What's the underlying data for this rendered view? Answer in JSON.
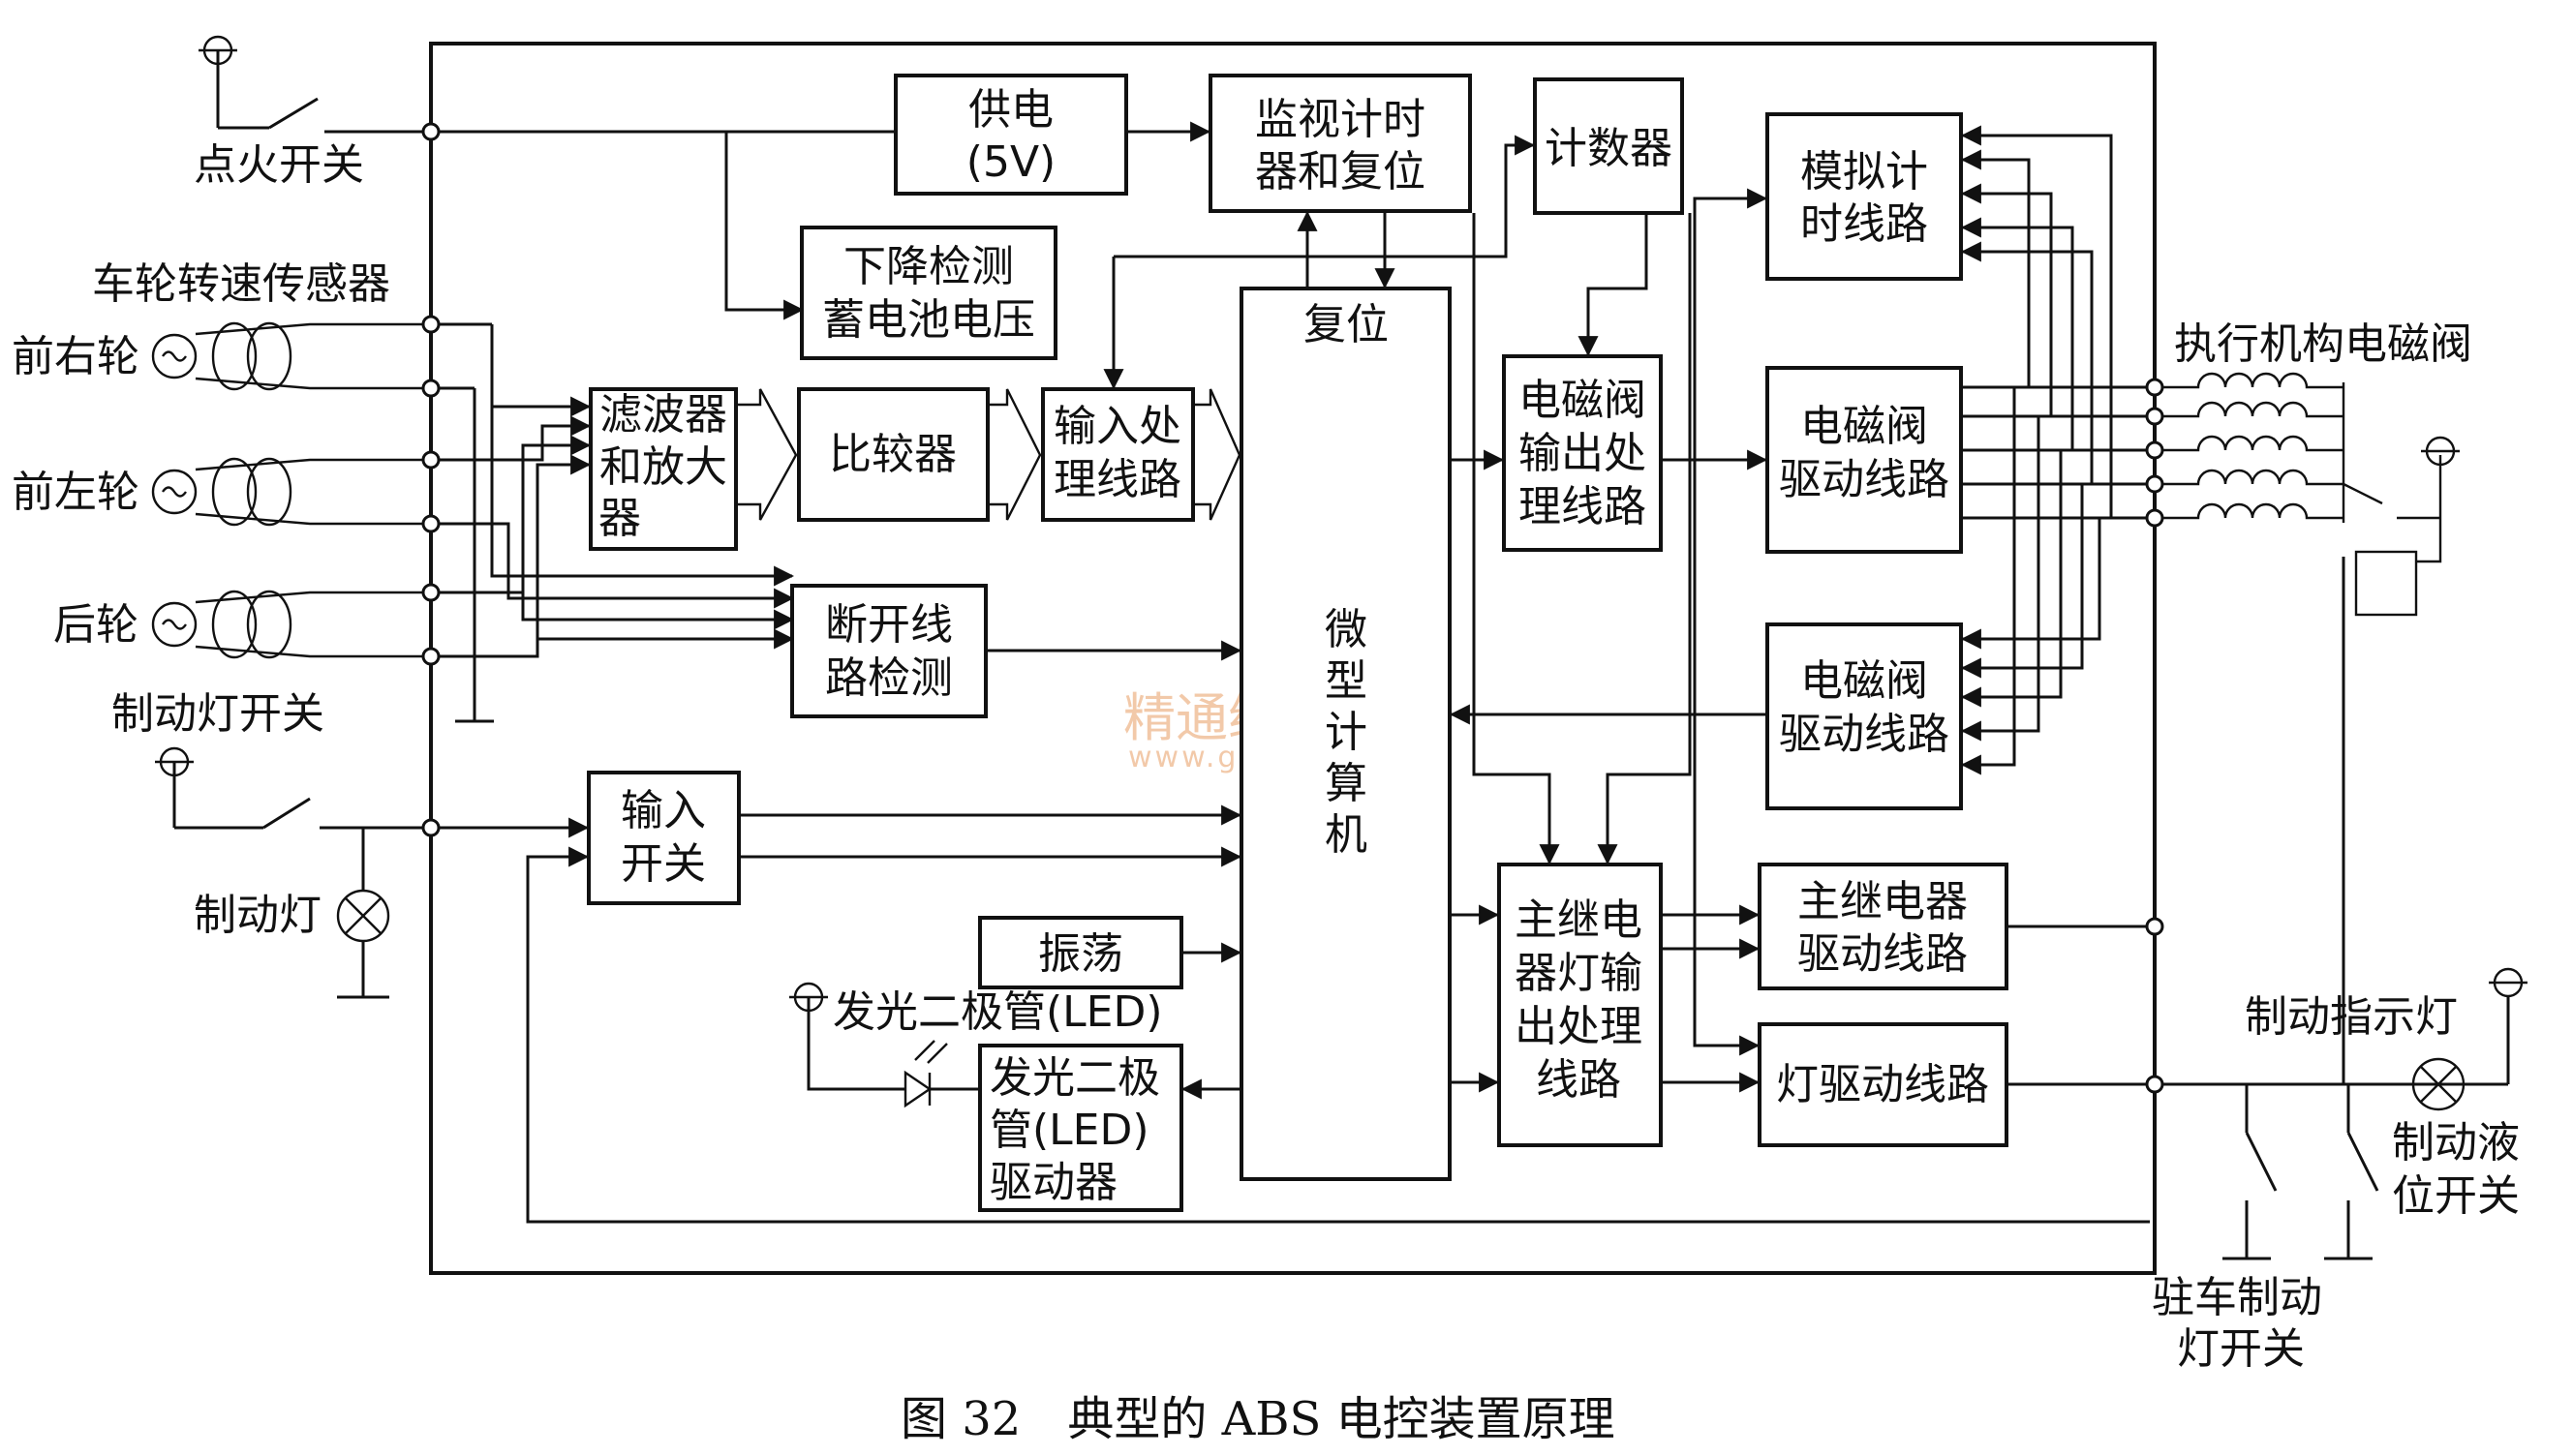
{
  "blocks": {
    "power": [
      "供电",
      "(5V)"
    ],
    "watchdog": [
      "监视计时",
      "器和复位"
    ],
    "counter": [
      "计数器"
    ],
    "analog_timer": [
      "模拟计",
      "时线路"
    ],
    "low_voltage": [
      "下降检测",
      "蓄电池电压"
    ],
    "filter_amp": [
      "滤波器",
      "和放大",
      "器"
    ],
    "comparator": [
      "比较器"
    ],
    "input_proc": [
      "输入处",
      "理线路"
    ],
    "open_circuit": [
      "断开线",
      "路检测"
    ],
    "input_switch": [
      "输入",
      "开关"
    ],
    "oscillator": [
      "振荡"
    ],
    "led_driver": [
      "发光二极",
      "管(LED)",
      "驱动器"
    ],
    "valve_output": [
      "电磁阀",
      "输出处",
      "理线路"
    ],
    "valve_driver_1": [
      "电磁阀",
      "驱动线路"
    ],
    "valve_driver_2": [
      "电磁阀",
      "驱动线路"
    ],
    "relay_output": [
      "主继电",
      "器灯输",
      "出处理",
      "线路"
    ],
    "relay_driver": [
      "主继电器",
      "驱动线路"
    ],
    "lamp_driver": [
      "灯驱动线路"
    ],
    "mcu_reset": "复位",
    "mcu_name": [
      "微",
      "型",
      "计",
      "算",
      "机"
    ]
  },
  "labels": {
    "ignition_switch": "点火开关",
    "wheel_sensor": "车轮转速传感器",
    "front_right": "前右轮",
    "front_left": "前左轮",
    "rear": "后轮",
    "brake_light_switch": "制动灯开关",
    "brake_light": "制动灯",
    "led": "发光二极管(LED)",
    "actuator_valve": "执行机构电磁阀",
    "brake_indicator": "制动指示灯",
    "fluid_switch": [
      "制动液",
      "位开关"
    ],
    "parking_switch": [
      "驻车制动",
      "灯开关"
    ]
  },
  "watermark": {
    "text": "精通维修下载",
    "url": "www.gzweix.com"
  },
  "caption": "图 32　典型的 ABS 电控装置原理"
}
